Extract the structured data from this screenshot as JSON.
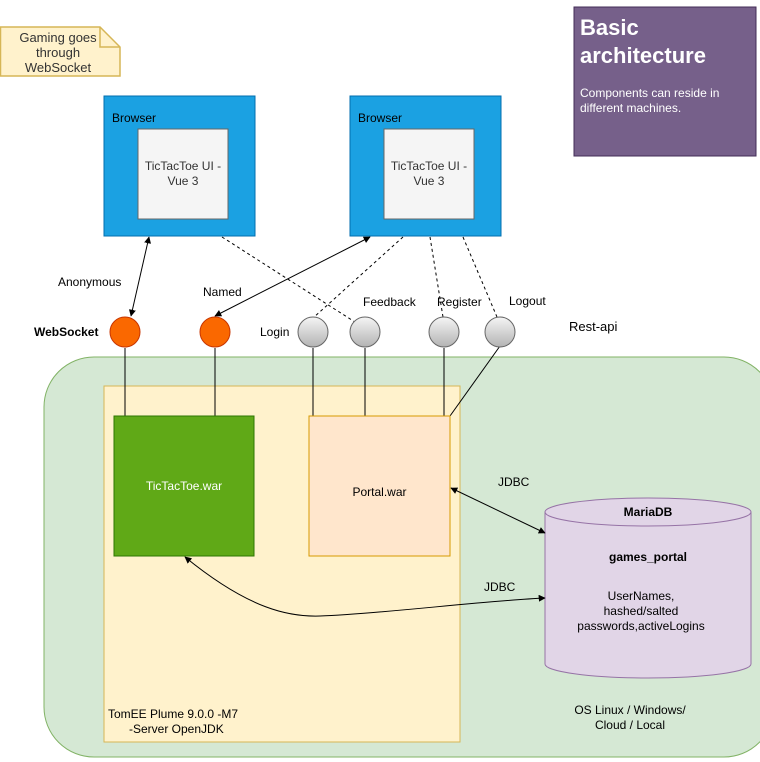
{
  "note": {
    "lines": [
      "Gaming goes",
      "through",
      "WebSocket"
    ]
  },
  "legend": {
    "title_lines": [
      "Basic",
      "architecture"
    ],
    "subtitle_lines": [
      "Components can reside in",
      "different machines."
    ]
  },
  "browsers": [
    {
      "label": "Browser",
      "inner_lines": [
        "TicTacToe UI -",
        "Vue 3"
      ]
    },
    {
      "label": "Browser",
      "inner_lines": [
        "TicTacToe UI -",
        "Vue 3"
      ]
    }
  ],
  "labels": {
    "anonymous": "Anonymous",
    "named": "Named",
    "websocket": "WebSocket",
    "login": "Login",
    "feedback": "Feedback",
    "register": "Register",
    "logout": "Logout",
    "rest_api": "Rest-api",
    "jdbc_portal": "JDBC",
    "jdbc_game": "JDBC"
  },
  "tictactoe_war": "TicTacToe.war",
  "portal_war": "Portal.war",
  "database": {
    "name": "MariaDB",
    "schema": "games_portal",
    "content_lines": [
      "UserNames,",
      "hashed/salted",
      "passwords,activeLogins"
    ]
  },
  "server": {
    "lines": [
      "TomEE Plume 9.0.0 -M7",
      "-Server  OpenJDK"
    ]
  },
  "os": {
    "lines": [
      "OS Linux / Windows/",
      "Cloud / Local"
    ]
  },
  "colors": {
    "browser_blue": "#1ba1e2",
    "websocket_orange": "#fa6800",
    "rest_gray": "#d0d0d0",
    "tictactoe_green": "#60a917",
    "portal_peach": "#ffe6cc",
    "server_yellow": "#fff2cc",
    "os_green": "#d5e8d4",
    "db_purple": "#e1d5e7",
    "legend_purple": "#76608a"
  }
}
